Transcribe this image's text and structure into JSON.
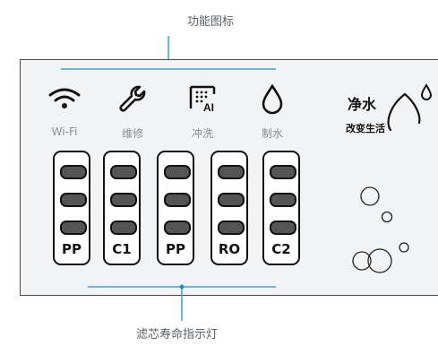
{
  "callouts": {
    "top": "功能图标",
    "bottom": "滤芯寿命指示灯"
  },
  "icons": [
    {
      "name": "wifi-icon",
      "label": "Wi-Fi"
    },
    {
      "name": "wrench-icon",
      "label": "维修"
    },
    {
      "name": "ai-flush-icon",
      "label": "冲洗",
      "badge": "AI"
    },
    {
      "name": "water-drop-icon",
      "label": "制水"
    }
  ],
  "filters": [
    "PP",
    "C1",
    "PP",
    "RO",
    "C2"
  ],
  "brand": {
    "line1": "净水",
    "line2": "改变生活"
  },
  "colors": {
    "callout_line": "#1e8fd6",
    "panel_border": "#4a4a4a",
    "panel_bg": "#f2f3f4",
    "led": "#555555"
  }
}
